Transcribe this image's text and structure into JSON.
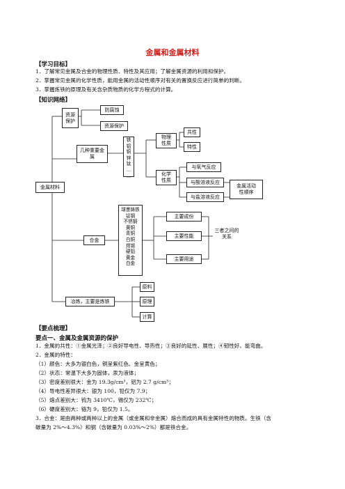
{
  "title": "金属和金属材料",
  "sections": {
    "goals_header": "【学习目标】",
    "goals": [
      "1．了解常见金属及合金的物理性质、特性及其应用；了解金属资源的利用和保护。",
      "2．掌握常见金属的化学性质，能用金属的活动性顺序对有关的置换反应进行简单的判断。",
      "3．掌握炼铁的原理及有关含杂质物质的化学方程式的计算。"
    ],
    "network_header": "【知识网络】",
    "points_header": "【要点梳理】",
    "point1_header": "要点一、金属及金属资源的保护",
    "points": [
      "1．金属的共性：①金属光泽；②良好导电性、导热性；③良好的延性、展性；④韧性好、能弯曲。",
      "2．金属的特性：",
      "（1）颜色：大多为银白色，铜呈紫红色、金呈黄色；",
      "（2）状态：常温下大多为固体，汞为液体；",
      "（3）密度差别很大：金为 19.3g/cm³，铝为 2.7 g/cm³；",
      "（4）导电性差异很大：银为 100，铅仅为 7.9；",
      "（5）熔点差别大：钨为 3410℃，锡仅为 232℃；",
      "（6）硬度差别大：铬为 9，铅仅为 1.5。",
      "3．合金：是由两种或两种以上的金属（或金属和非金属）熔合而成的具有金属特性的物质。生铁（含",
      "碳量为 2%～4.3%）和钢（含碳量为 0.03%～2%）都是铁合金。"
    ]
  },
  "diagram": {
    "root": "金属材料",
    "resource_protection": "资源保护",
    "anti_corrosion": "防腐蚀",
    "resource_conservation": "资源保护",
    "several_metals": "几种重要金属",
    "metals_list": [
      "铁",
      "铝",
      "铜",
      "锌",
      "钛",
      "…",
      "…"
    ],
    "physical_props": "物理性质",
    "common": "共性",
    "special": "特性",
    "chemical_props": "化学性质",
    "with_oxygen": "与氧气反应",
    "with_acid": "与酸溶液反应",
    "with_salt": "与盐溶液反应",
    "activity_order": "金属活动性顺序",
    "alloy": "合金",
    "alloy_list": [
      "球墨铸铁",
      "锰钢",
      "不锈钢",
      "黄铜",
      "青铜",
      "白铜",
      "焊锡",
      "硬铝",
      "黄金",
      "白金"
    ],
    "main_composition": "主要成份",
    "main_properties": "主要性能",
    "main_uses": "主要用途",
    "relation": "三者之间的关系",
    "smelting": "冶炼，主要是炼铁",
    "raw_materials": "原料",
    "principle": "原理",
    "calculation": "计算"
  }
}
